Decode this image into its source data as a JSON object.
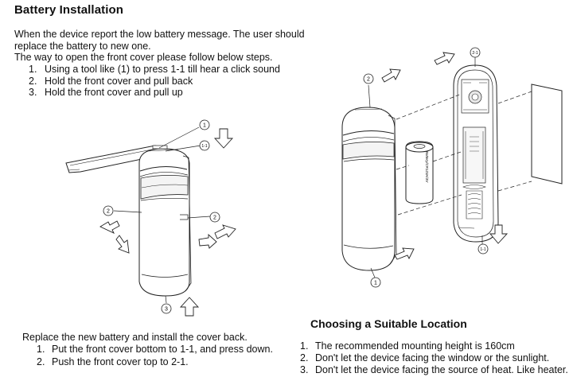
{
  "title": "Battery Installation",
  "intro": {
    "line1": "When the device report the low battery message. The user should",
    "line2": "replace the battery to new one.",
    "line3": "The way to open the front cover please follow below steps."
  },
  "open_steps": [
    {
      "num": "1.",
      "text": "Using a tool like (1) to press 1-1 till hear a click sound"
    },
    {
      "num": "2.",
      "text": "Hold the front cover and pull back"
    },
    {
      "num": "3.",
      "text": "Hold the front cover and pull up"
    }
  ],
  "replace": {
    "heading": "Replace the new battery and install the cover back.",
    "steps": [
      {
        "num": "1.",
        "text": "Put the front cover bottom to 1-1, and press down."
      },
      {
        "num": "2.",
        "text": "Push the front cover top to 2-1."
      }
    ]
  },
  "location": {
    "title": "Choosing a Suitable Location",
    "items": [
      {
        "num": "1.",
        "text": "The recommended mounting height is 160cm"
      },
      {
        "num": "2.",
        "text": "Don't let the device facing the window or the sunlight."
      },
      {
        "num": "3.",
        "text": "Don't let the device facing the source of heat. Like heater."
      }
    ]
  },
  "callouts": {
    "c1": "1",
    "c1_1": "1-1",
    "c2": "2",
    "c3": "3",
    "c2_1": "2-1"
  },
  "battery_label": "Battery/CR123A/3V",
  "icons": [
    "arrow-down-icon",
    "arrow-up-icon",
    "arrow-diagonal-icon",
    "opening-tool-icon",
    "detector-device-icon",
    "battery-icon",
    "wall-icon"
  ]
}
